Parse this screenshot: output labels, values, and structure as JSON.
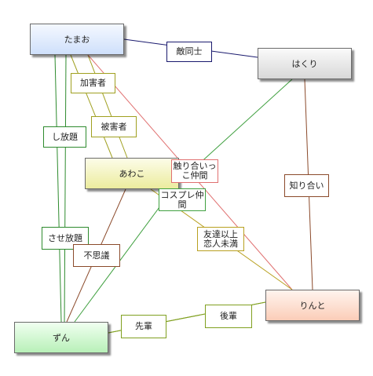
{
  "nodes": {
    "tamao": "たまお",
    "hakuri": "はくり",
    "awako": "あわこ",
    "rinto": "りんと",
    "zun": "ずん"
  },
  "edges": [
    {
      "id": "tamao-hakuri",
      "from": "tamao",
      "to": "hakuri",
      "label": "敵同士",
      "color": "#1a1a6e"
    },
    {
      "id": "tamao-awako-kagai",
      "from": "tamao",
      "to": "awako",
      "label": "加害者",
      "color": "#a0a020"
    },
    {
      "id": "tamao-awako-higai",
      "from": "tamao",
      "to": "awako",
      "label": "被害者",
      "color": "#a0a020"
    },
    {
      "id": "tamao-zun-shi",
      "from": "tamao",
      "to": "zun",
      "label": "し放題",
      "color": "#2e8b2e"
    },
    {
      "id": "tamao-zun-sase",
      "from": "tamao",
      "to": "zun",
      "label": "させ放題",
      "color": "#2e8b2e"
    },
    {
      "id": "tamao-rinto",
      "from": "tamao",
      "to": "rinto",
      "label": "触り合いっこ仲間",
      "color": "#e07070"
    },
    {
      "id": "hakuri-awako",
      "from": "hakuri",
      "to": "awako",
      "label": "コスプレ仲間",
      "color": "#40a040"
    },
    {
      "id": "hakuri-rinto",
      "from": "hakuri",
      "to": "rinto",
      "label": "知り合い",
      "color": "#8b4a2b"
    },
    {
      "id": "awako-rinto",
      "from": "awako",
      "to": "rinto",
      "label": "友達以上恋人未満",
      "color": "#b8a020"
    },
    {
      "id": "awako-zun-fushigi",
      "from": "awako",
      "to": "zun",
      "label": "不思議",
      "color": "#8b4a2b"
    },
    {
      "id": "awako-zun",
      "from": "awako",
      "to": "zun",
      "label": "",
      "color": "#40a040"
    },
    {
      "id": "zun-rinto-senpai",
      "from": "zun",
      "to": "rinto",
      "label": "先輩",
      "color": "#80a020"
    },
    {
      "id": "zun-rinto-kohai",
      "from": "zun",
      "to": "rinto",
      "label": "後輩",
      "color": "#80a020"
    }
  ]
}
